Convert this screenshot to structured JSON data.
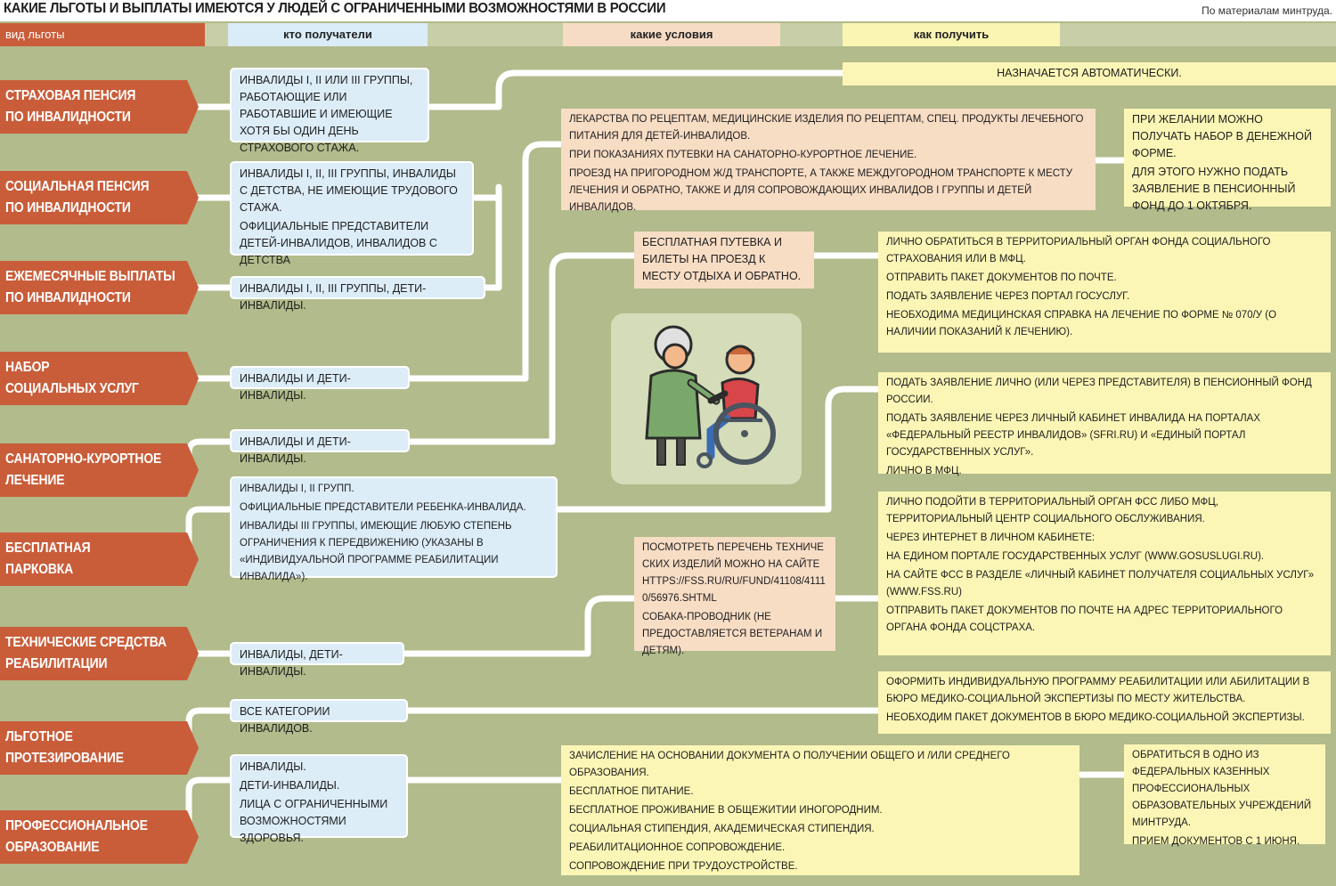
{
  "header": {
    "title": "КАКИЕ ЛЬГОТЫ И ВЫПЛАТЫ ИМЕЮТСЯ У ЛЮДЕЙ С ОГРАНИЧЕННЫМИ ВОЗМОЖНОСТЯМИ В РОССИИ",
    "source": "По материалам минтруда.",
    "columns": {
      "type": "вид льготы",
      "recipients": "кто получатели",
      "conditions": "какие условия",
      "how": "как получить"
    }
  },
  "benefits": [
    {
      "l1": "СТРАХОВАЯ ПЕНСИЯ",
      "l2": "ПО ИНВАЛИДНОСТИ"
    },
    {
      "l1": "СОЦИАЛЬНАЯ ПЕНСИЯ",
      "l2": "ПО ИНВАЛИДНОСТИ"
    },
    {
      "l1": "ЕЖЕМЕСЯЧНЫЕ ВЫПЛАТЫ",
      "l2": "ПО ИНВАЛИДНОСТИ"
    },
    {
      "l1": "НАБОР",
      "l2": "СОЦИАЛЬНЫХ УСЛУГ"
    },
    {
      "l1": "САНАТОРНО-КУРОРТНОЕ",
      "l2": "ЛЕЧЕНИЕ"
    },
    {
      "l1": "БЕСПЛАТНАЯ",
      "l2": "ПАРКОВКА"
    },
    {
      "l1": "ТЕХНИЧЕСКИЕ СРЕДСТВА",
      "l2": "РЕАБИЛИТАЦИИ"
    },
    {
      "l1": "ЛЬГОТНОЕ",
      "l2": "ПРОТЕЗИРОВАНИЕ"
    },
    {
      "l1": "ПРОФЕССИОНАЛЬНОЕ",
      "l2": "ОБРАЗОВАНИЕ"
    }
  ],
  "recipients": {
    "r0": "Инвалиды I, II или III группы, работающие или работавшие и имеющие хотя бы один день страхового стажа.",
    "r1a": "Инвалиды I, II, III группы, инвалиды с детства, не имеющие трудового стажа.",
    "r1b": "Официальные представители детей-инвалидов, инвалидов с детства",
    "r2": "Инвалиды I, II, III группы, дети-инвалиды.",
    "r3": "Инвалиды и дети-инвалиды.",
    "r4": "Инвалиды и дети-инвалиды.",
    "r5a": "Инвалиды I, II групп.",
    "r5b": "Официальные представители ребенка-инвалида.",
    "r5c": "Инвалиды III группы, имеющие любую степень ограничения к передвижению (указаны в «индивидуальной программе реабилитации инвалида»).",
    "r6": "Инвалиды, дети-инвалиды.",
    "r7": "Все категории инвалидов.",
    "r8a": "Инвалиды.",
    "r8b": "Дети-инвалиды.",
    "r8c": "Лица с ограниченными возможностями здоровья."
  },
  "conditions": {
    "c_social_a": "Лекарства по рецептам, медицинские изделия по рецептам, спец. продукты лечебного питания для детей-инвалидов.",
    "c_social_b": "При показаниях путевки на санаторно-курортное лечение.",
    "c_social_c": "Проезд на пригородном ж/д транспорте, а также междугородном транспорте к месту лечения и обратно, также и для сопровождающих инвалидов I группы и детей инвалидов.",
    "c_sanat": "Бесплатная путевка и билеты на проезд к месту отдыха и обратно.",
    "c_tech_a": "Посмотреть перечень технических изделий можно на сайте https://fss.ru/ru/fund/41108/41110/56976.shtml",
    "c_tech_b": "Собака-проводник (не предоставляется ветеранам и детям).",
    "c_edu_1": "Зачисление на основании документа о получении общего и /или среднего образования.",
    "c_edu_2": "Бесплатное питание.",
    "c_edu_3": "Бесплатное проживание в общежитии иногородним.",
    "c_edu_4": "Социальная стипендия, академическая стипендия.",
    "c_edu_5": "Реабилитационное сопровождение.",
    "c_edu_6": "Сопровождение при трудоустройстве."
  },
  "how": {
    "h_auto": "Назначается автоматически.",
    "h_social_a": "При желании можно получать набор в денежной форме.",
    "h_social_b": "Для этого нужно подать заявление в пенсионный фонд до 1 октября.",
    "h_sanat_1": "Лично обратиться в территориальный орган Фонда социального страхования или в МФЦ.",
    "h_sanat_2": "Отправить пакет документов по почте.",
    "h_sanat_3": "Подать заявление через портал госуслуг.",
    "h_sanat_4": "Необходима медицинская справка на лечение по форме № 070/у (о наличии показаний к лечению).",
    "h_park_1": "Подать заявление лично (или через представителя) в Пенсионный фонд России.",
    "h_park_2": "Подать заявление через личный кабинет инвалида на порталах «Федеральный реестр инвалидов» (sfri.ru) и «Единый портал государственных услуг».",
    "h_park_3": "Лично в МФЦ.",
    "h_tech_1": "Лично подойти в территориальный орган ФСС либо МФЦ, территориальный центр социального обслуживания.",
    "h_tech_2": "Через интернет в личном кабинете:",
    "h_tech_3": "На Едином портале государственных услуг (www.gosuslugi.ru).",
    "h_tech_4": "На сайте ФСС в разделе «Личный кабинет получателя социальных услуг» (www.fss.ru)",
    "h_tech_5": "Отправить пакет документов по почте на адрес территориального органа Фонда соцстраха.",
    "h_prost_1": "Оформить индивидуальную программу реабилитации или абилитации в бюро медико-социальной экспертизы по месту жительства.",
    "h_prost_2": "Необходим пакет документов в бюро медико-социальной экспертизы.",
    "h_edu_1": "Обратиться в одно из федеральных казенных профессиональных образовательных учреждений Минтруда.",
    "h_edu_2": "Прием документов с 1 июня."
  },
  "colors": {
    "background": "#b1bb8b",
    "benefit": "#c95d3a",
    "recipient": "#dcedf8",
    "condition": "#f8ddc5",
    "how": "#fcf6b6",
    "connector": "#ffffff"
  },
  "illustration": "elderly-woman-helping-wheelchair-user-icon"
}
